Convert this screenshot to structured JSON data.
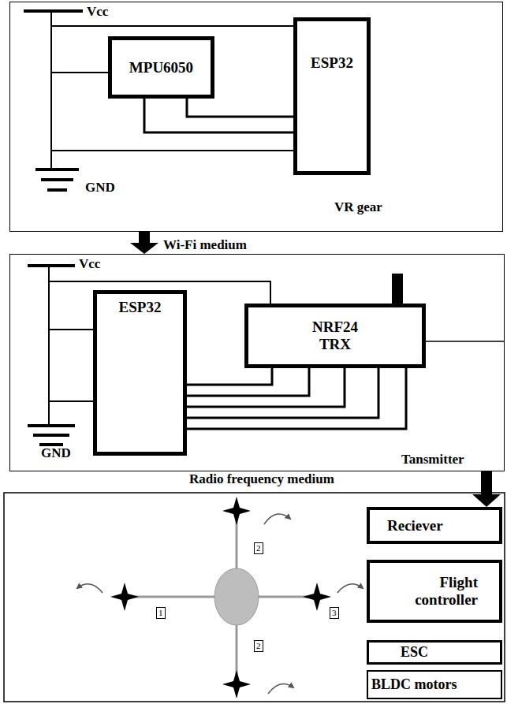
{
  "diagram": {
    "nodes": [
      {
        "text": [
          "VR gear"
        ]
      },
      {
        "text": [
          "MPU6050"
        ],
        "in": 0
      },
      {
        "text": [
          "ESP32"
        ],
        "in": 0
      },
      {
        "text": [
          "Tansmitter"
        ]
      },
      {
        "text": [
          "ESP32"
        ],
        "in": 3
      },
      {
        "text": [
          "NRF24 TRX"
        ],
        "in": 3
      },
      {
        "text": [
          "Reciever"
        ]
      },
      {
        "text": [
          "Flight controller"
        ]
      },
      {
        "text": [
          "ESC"
        ]
      },
      {
        "text": [
          "BLDC motors"
        ]
      }
    ],
    "edges": [
      {
        "from": 0,
        "to": 3,
        "arrow": "to",
        "label": "Wi-Fi medium"
      },
      {
        "from": 1,
        "to": 2,
        "arrow": "none"
      },
      {
        "from": 1,
        "to": 2,
        "arrow": "none"
      },
      {
        "from": 4,
        "to": 5,
        "arrow": "none"
      },
      {
        "from": 4,
        "to": 5,
        "arrow": "none"
      },
      {
        "from": 4,
        "to": 5,
        "arrow": "none"
      },
      {
        "from": 4,
        "to": 5,
        "arrow": "none"
      },
      {
        "from": 4,
        "to": 5,
        "arrow": "none"
      },
      {
        "from": 3,
        "to": 6,
        "arrow": "to",
        "label": "Radio frequency medium"
      }
    ],
    "labels": [
      "Vcc",
      "GND",
      "Vcc",
      "GND",
      "2",
      "1",
      "3",
      "2"
    ]
  }
}
